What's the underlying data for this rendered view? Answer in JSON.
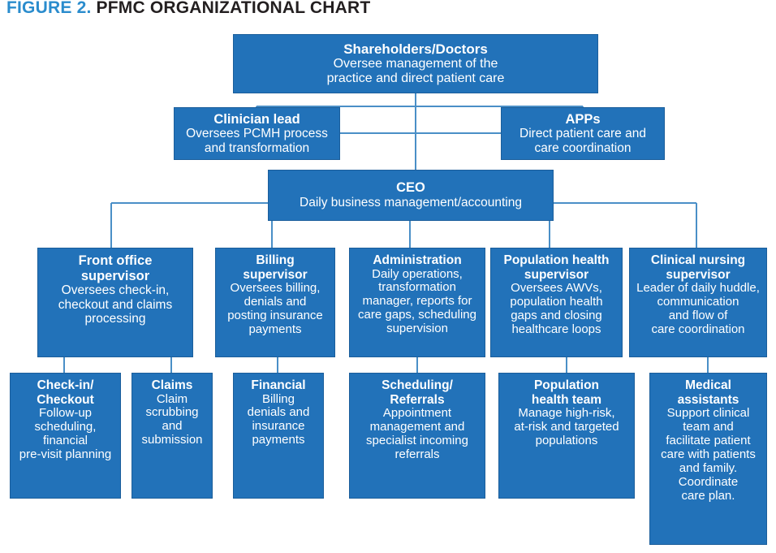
{
  "figure": {
    "label": "FIGURE 2.",
    "name": "PFMC ORGANIZATIONAL CHART"
  },
  "theme": {
    "box_fill": "#2272b9",
    "box_border": "#1b5e9b",
    "box_text": "#ffffff",
    "connector": "#4a8fc7",
    "title_accent": "#2a8ccd",
    "title_dark": "#231f20",
    "page_background": "#ffffff"
  },
  "chart_data": {
    "type": "diagram",
    "title": "PFMC Organizational Chart",
    "levels": 5,
    "nodes": [
      {
        "id": "shareholders",
        "title": "Shareholders/Doctors",
        "desc": "Oversee management of the\npractice and direct patient care",
        "level": 1
      },
      {
        "id": "clinician-lead",
        "title": "Clinician lead",
        "desc": "Oversees PCMH process\nand transformation",
        "level": 2
      },
      {
        "id": "apps",
        "title": "APPs",
        "desc": "Direct patient care and\ncare coordination",
        "level": 2
      },
      {
        "id": "ceo",
        "title": "CEO",
        "desc": "Daily business management/accounting",
        "level": 3
      },
      {
        "id": "front-office-supervisor",
        "title": "Front office\nsupervisor",
        "desc": "Oversees check-in,\ncheckout and claims\nprocessing",
        "level": 4
      },
      {
        "id": "billing-supervisor",
        "title": "Billing\nsupervisor",
        "desc": "Oversees billing,\ndenials and\nposting insurance\npayments",
        "level": 4
      },
      {
        "id": "administration",
        "title": "Administration",
        "desc": "Daily operations,\ntransformation\nmanager, reports for\ncare gaps, scheduling\nsupervision",
        "level": 4
      },
      {
        "id": "population-health-supervisor",
        "title": "Population health\nsupervisor",
        "desc": "Oversees AWVs,\npopulation health\ngaps and closing\nhealthcare loops",
        "level": 4
      },
      {
        "id": "clinical-nursing-supervisor",
        "title": "Clinical nursing\nsupervisor",
        "desc": "Leader of daily huddle,\ncommunication\nand flow of\ncare coordination",
        "level": 4
      },
      {
        "id": "check-in-checkout",
        "title": "Check-in/\nCheckout",
        "desc": "Follow-up\nscheduling,\nfinancial\npre-visit planning",
        "level": 5
      },
      {
        "id": "claims",
        "title": "Claims",
        "desc": "Claim\nscrubbing\nand\nsubmission",
        "level": 5
      },
      {
        "id": "financial",
        "title": "Financial",
        "desc": "Billing\ndenials and\ninsurance\npayments",
        "level": 5
      },
      {
        "id": "scheduling-referrals",
        "title": "Scheduling/\nReferrals",
        "desc": "Appointment\nmanagement and\nspecialist incoming\nreferrals",
        "level": 5
      },
      {
        "id": "population-health-team",
        "title": "Population\nhealth team",
        "desc": "Manage high-risk,\nat-risk and targeted\npopulations",
        "level": 5
      },
      {
        "id": "medical-assistants",
        "title": "Medical\nassistants",
        "desc": "Support clinical\nteam and\nfacilitate patient\ncare with patients\nand family.\nCoordinate\ncare plan.",
        "level": 5
      }
    ],
    "edges": [
      {
        "from": "shareholders",
        "to": "clinician-lead"
      },
      {
        "from": "shareholders",
        "to": "apps"
      },
      {
        "from": "shareholders",
        "to": "ceo"
      },
      {
        "from": "ceo",
        "to": "front-office-supervisor"
      },
      {
        "from": "ceo",
        "to": "billing-supervisor"
      },
      {
        "from": "ceo",
        "to": "administration"
      },
      {
        "from": "ceo",
        "to": "population-health-supervisor"
      },
      {
        "from": "ceo",
        "to": "clinical-nursing-supervisor"
      },
      {
        "from": "front-office-supervisor",
        "to": "check-in-checkout"
      },
      {
        "from": "front-office-supervisor",
        "to": "claims"
      },
      {
        "from": "billing-supervisor",
        "to": "financial"
      },
      {
        "from": "administration",
        "to": "scheduling-referrals"
      },
      {
        "from": "population-health-supervisor",
        "to": "population-health-team"
      },
      {
        "from": "clinical-nursing-supervisor",
        "to": "medical-assistants"
      }
    ]
  }
}
